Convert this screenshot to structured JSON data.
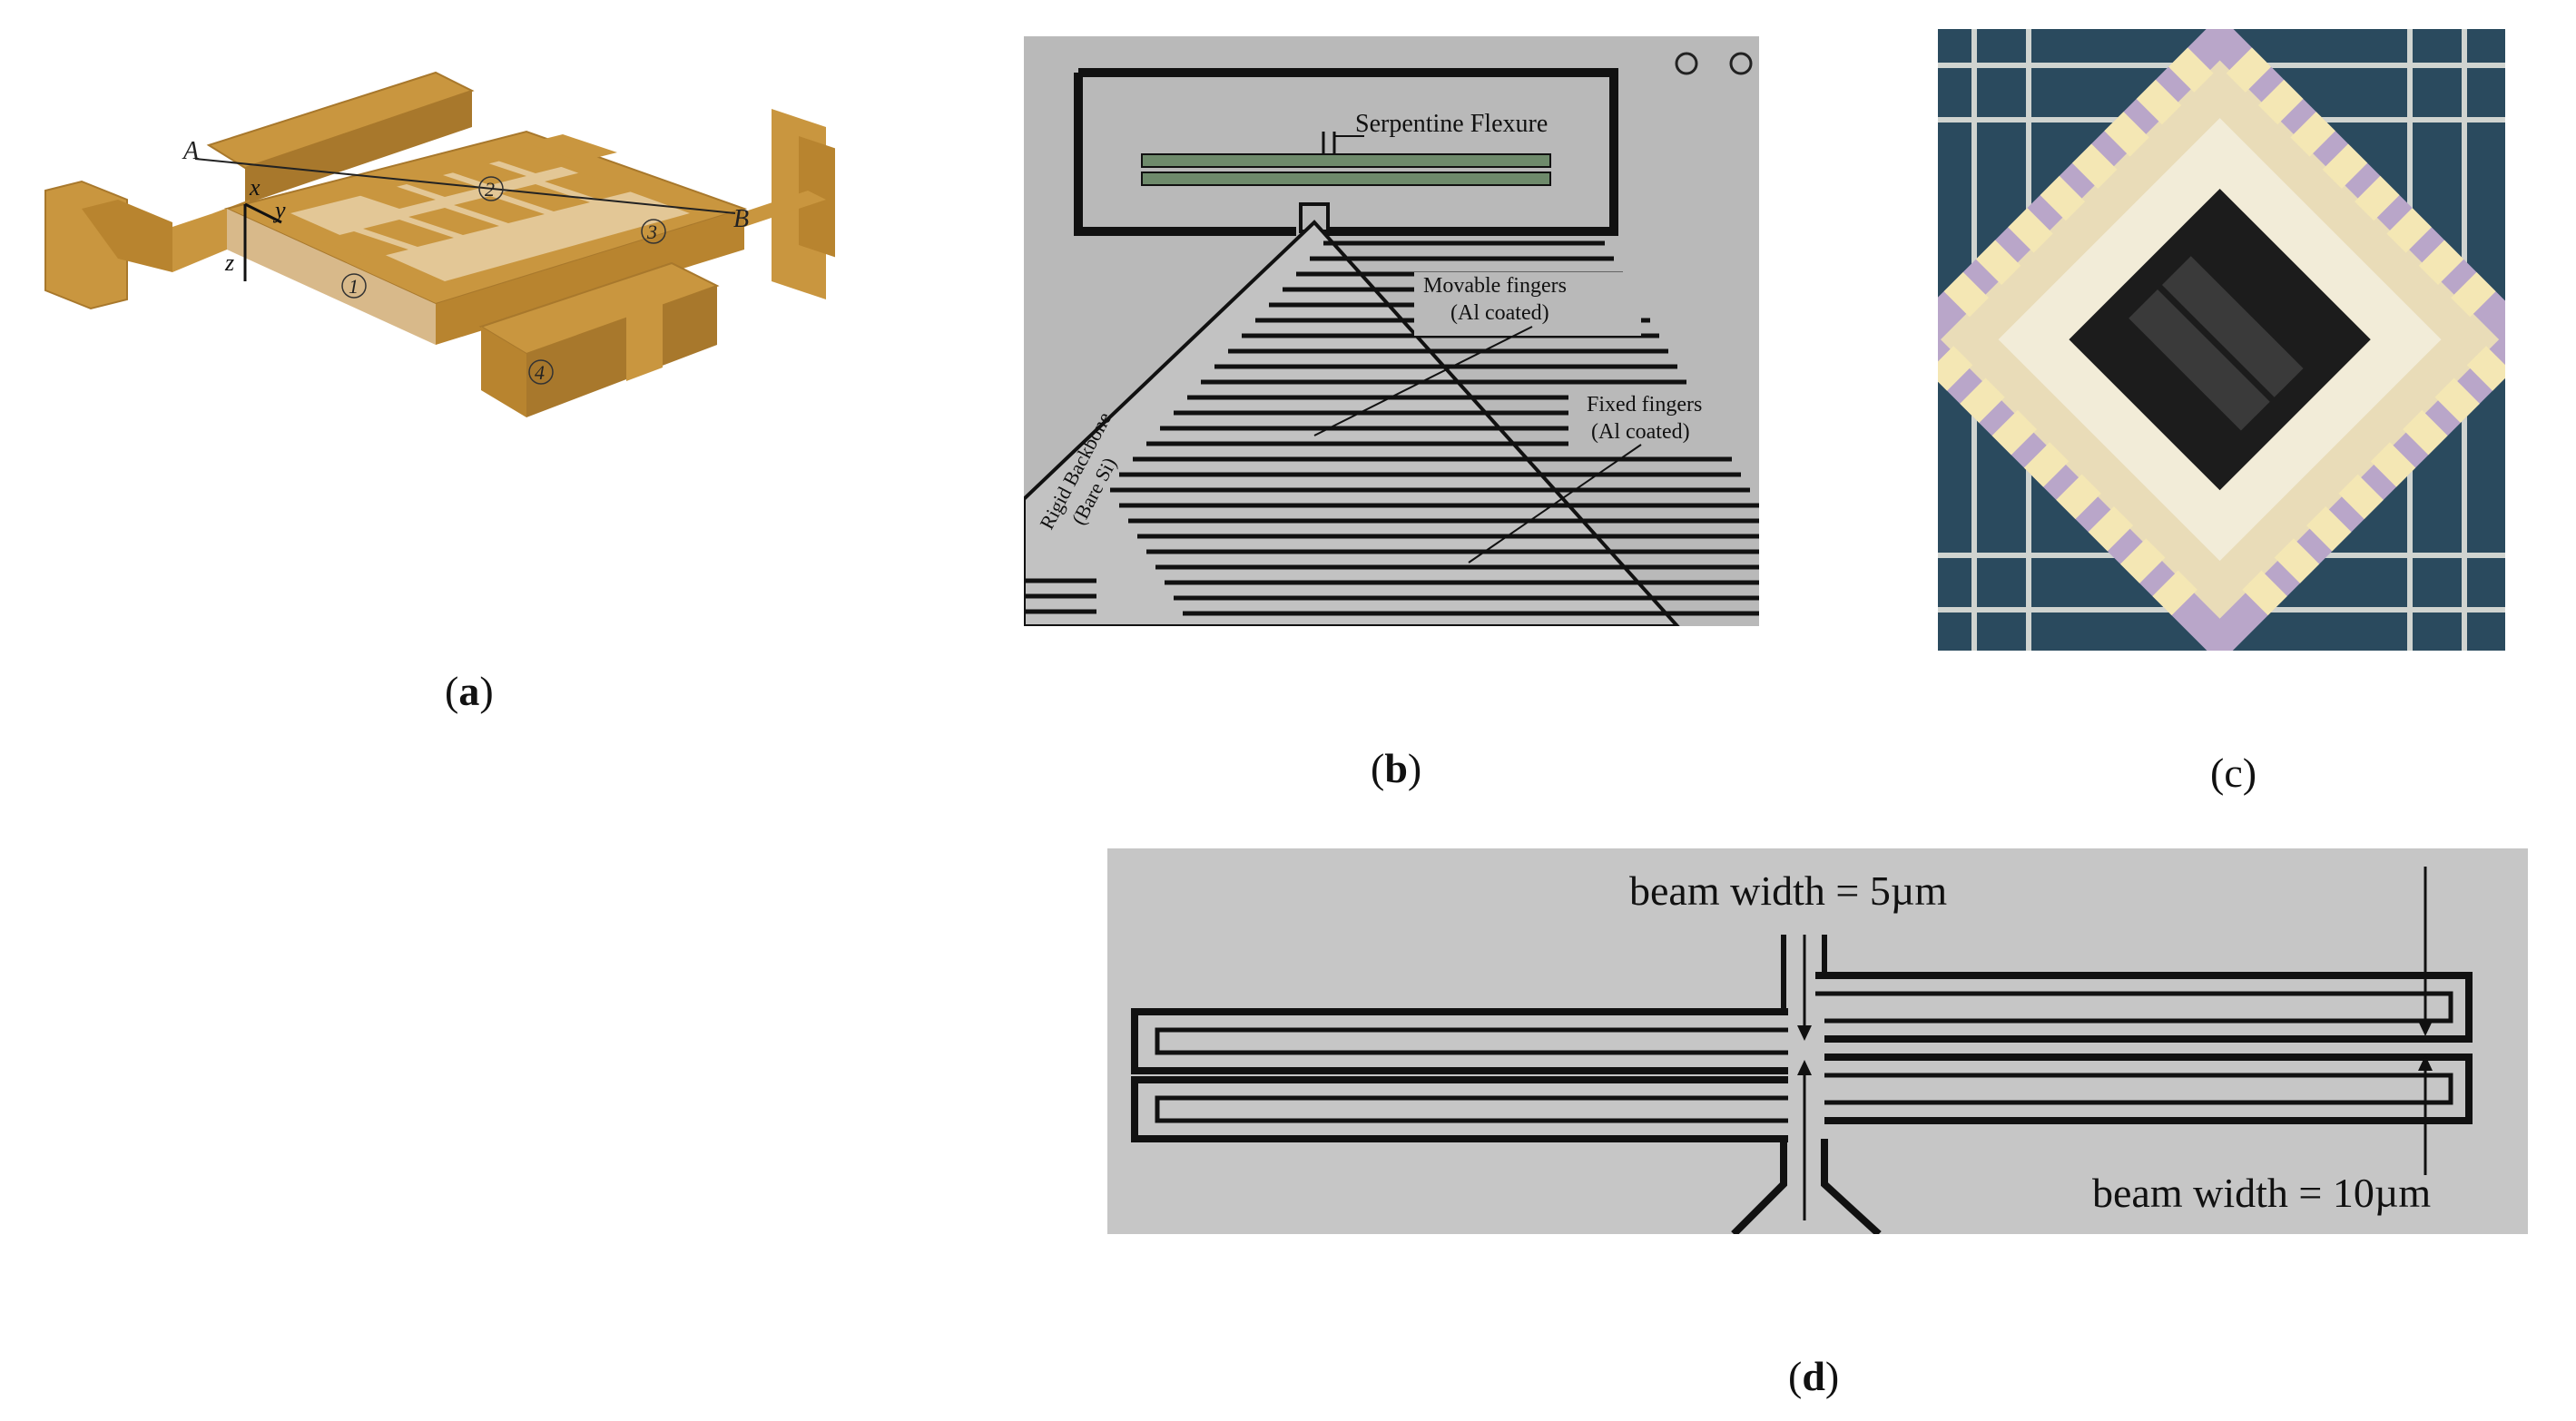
{
  "colors": {
    "background": "#ffffff",
    "gold": "#c9963f",
    "gold_dark": "#a8782c",
    "gold_light": "#e3c796",
    "micro_gray": "#b7b7b7",
    "chip_dark": "#1c1c1c",
    "lavender": "#b9a6c9"
  },
  "panel_a": {
    "caption_letter": "a",
    "labels": {
      "label_1": "1",
      "label_2": "2",
      "label_3": "3",
      "label_4": "4",
      "point_a": "A",
      "point_b": "B",
      "axis_x": "x",
      "axis_y": "y",
      "axis_z": "z"
    }
  },
  "panel_b": {
    "caption_letter": "b",
    "labels": {
      "serpentine": "Serpentine Flexure",
      "movable_1": "Movable fingers",
      "movable_2": "(Al coated)",
      "fixed_1": "Fixed fingers",
      "fixed_2": "(Al coated)",
      "backbone_1": "Rigid Backbone",
      "backbone_2": "(Bare Si)"
    }
  },
  "panel_c": {
    "caption": "(c)"
  },
  "panel_d": {
    "caption_letter": "d",
    "labels": {
      "beam_5": "beam width = 5µm",
      "beam_10": "beam width = 10µm"
    }
  }
}
